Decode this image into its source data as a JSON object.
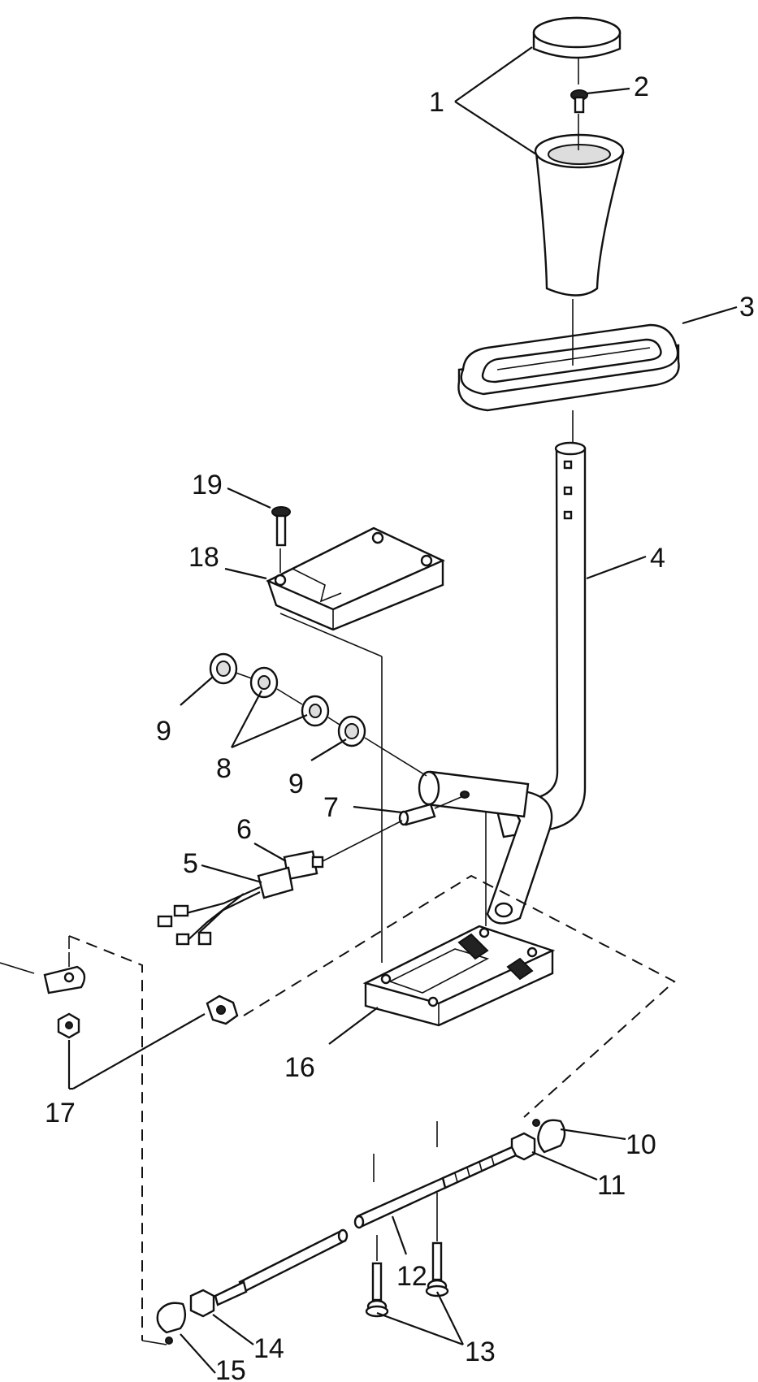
{
  "callouts": {
    "c1": "1",
    "c2": "2",
    "c3": "3",
    "c4": "4",
    "c5": "5",
    "c6": "6",
    "c7": "7",
    "c8": "8",
    "c9a": "9",
    "c9b": "9",
    "c10": "10",
    "c11": "11",
    "c12": "12",
    "c13": "13",
    "c14": "14",
    "c15": "15",
    "c16": "16",
    "c17": "17",
    "c18": "18",
    "c19": "19"
  }
}
